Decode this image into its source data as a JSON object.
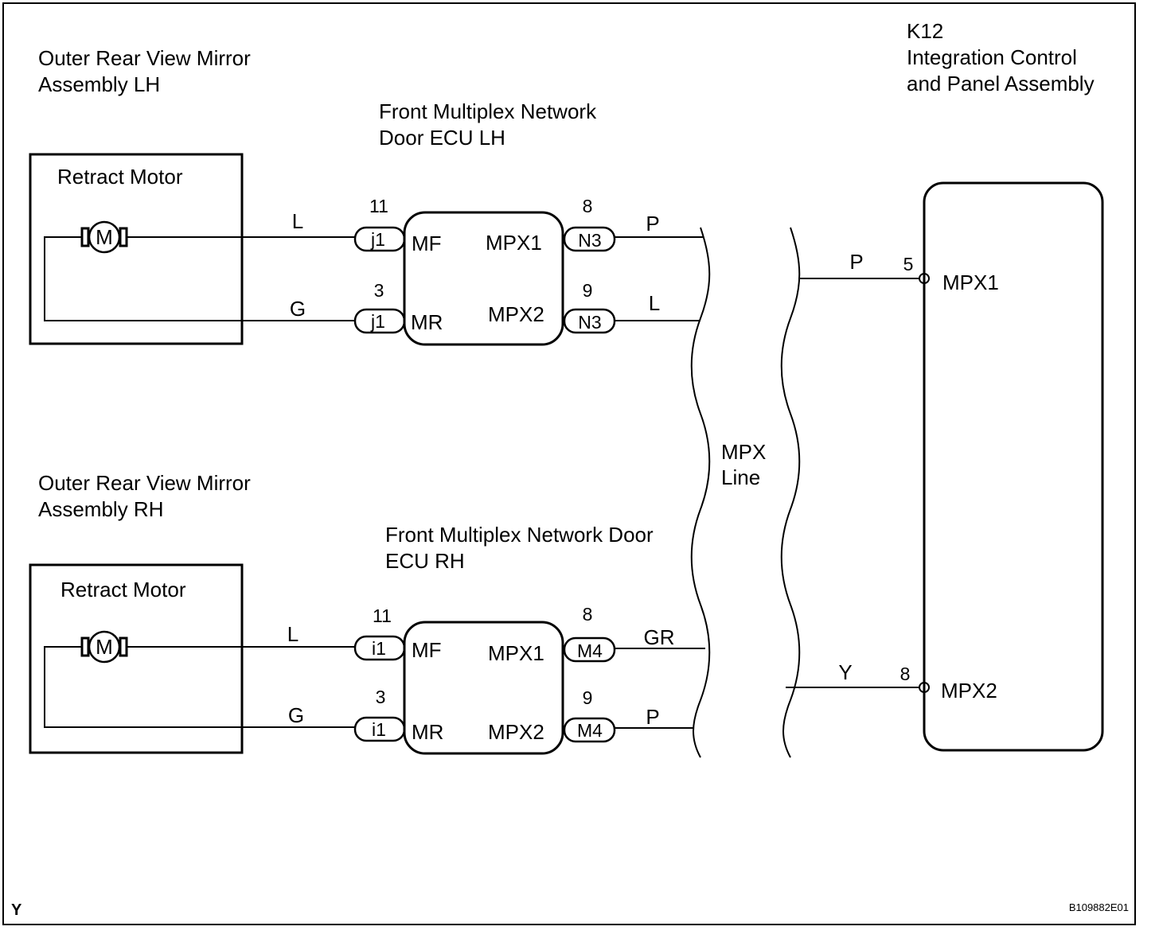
{
  "mirror_lh": {
    "title_line1": "Outer Rear View Mirror",
    "title_line2": "Assembly LH",
    "motor_label": "Retract Motor",
    "motor_symbol": "M"
  },
  "mirror_rh": {
    "title_line1": "Outer Rear View Mirror",
    "title_line2": "Assembly RH",
    "motor_label": "Retract Motor",
    "motor_symbol": "M"
  },
  "ecu_lh": {
    "title_line1": "Front Multiplex Network",
    "title_line2": "Door ECU LH",
    "left_connector": "j1",
    "right_connector": "N3",
    "pin_mf": "11",
    "pin_mr": "3",
    "pin_mpx1": "8",
    "pin_mpx2": "9",
    "term_mf": "MF",
    "term_mr": "MR",
    "term_mpx1": "MPX1",
    "term_mpx2": "MPX2",
    "wire_mf": "L",
    "wire_mr": "G",
    "wire_mpx1": "P",
    "wire_mpx2": "L"
  },
  "ecu_rh": {
    "title_line1": "Front Multiplex Network Door",
    "title_line2": "ECU RH",
    "left_connector": "i1",
    "right_connector": "M4",
    "pin_mf": "11",
    "pin_mr": "3",
    "pin_mpx1": "8",
    "pin_mpx2": "9",
    "term_mf": "MF",
    "term_mr": "MR",
    "term_mpx1": "MPX1",
    "term_mpx2": "MPX2",
    "wire_mf": "L",
    "wire_mr": "G",
    "wire_mpx1": "GR",
    "wire_mpx2": "P"
  },
  "mpx_line": {
    "line1": "MPX",
    "line2": "Line"
  },
  "integration": {
    "code": "K12",
    "title_line1": "Integration Control",
    "title_line2": "and Panel Assembly",
    "pin_mpx1": "5",
    "pin_mpx2": "8",
    "term_mpx1": "MPX1",
    "term_mpx2": "MPX2",
    "wire_mpx1": "P",
    "wire_mpx2": "Y"
  },
  "footer": {
    "corner_mark": "Y",
    "figure_id": "B109882E01"
  }
}
